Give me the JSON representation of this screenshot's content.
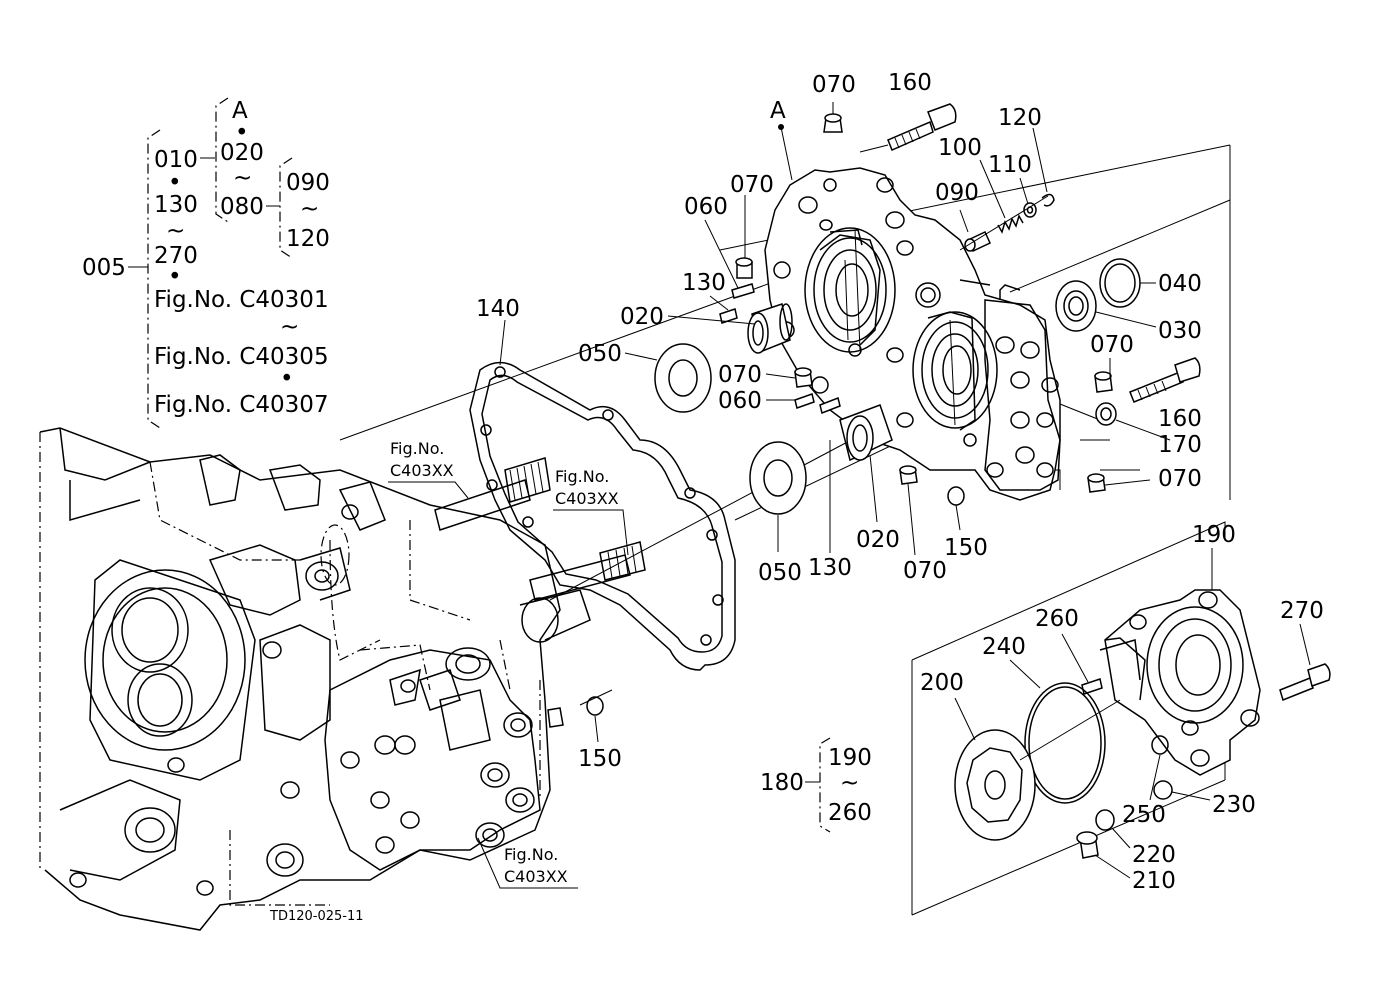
{
  "legend": {
    "root": "005",
    "col1": [
      "010",
      "130",
      "270"
    ],
    "col2": [
      "A",
      "020",
      "080"
    ],
    "col3": [
      "090",
      "120"
    ],
    "figs": [
      "Fig.No. C40301",
      "Fig.No. C40305",
      "Fig.No. C40307"
    ]
  },
  "sub_legend": {
    "root": "180",
    "from": "190",
    "to": "260"
  },
  "ref_a": "A",
  "refs": {
    "fig_top_1": "Fig.No.",
    "fig_top_1b": "C403XX",
    "fig_top_2": "Fig.No.",
    "fig_top_2b": "C403XX",
    "fig_bottom": "Fig.No.",
    "fig_bottomb": "C403XX"
  },
  "drawing_code": "TD120-025-11",
  "callouts": {
    "c070_top": "070",
    "c160_top": "160",
    "c120": "120",
    "c100": "100",
    "c110": "110",
    "c070_a": "070",
    "c090": "090",
    "c060_a": "060",
    "c130_a": "130",
    "c020_a": "020",
    "c050_a": "050",
    "c070_b": "070",
    "c060_b": "060",
    "c140": "140",
    "c040": "040",
    "c030": "030",
    "c070_c": "070",
    "c160_b": "160",
    "c170": "170",
    "c070_d": "070",
    "c050_b": "050",
    "c130_b": "130",
    "c020_b": "020",
    "c070_e": "070",
    "c150_a": "150",
    "c150_b": "150",
    "c190": "190",
    "c270": "270",
    "c260": "260",
    "c240": "240",
    "c200": "200",
    "c250": "250",
    "c230": "230",
    "c220": "220",
    "c210": "210"
  },
  "tilde": "~",
  "dot": "•"
}
